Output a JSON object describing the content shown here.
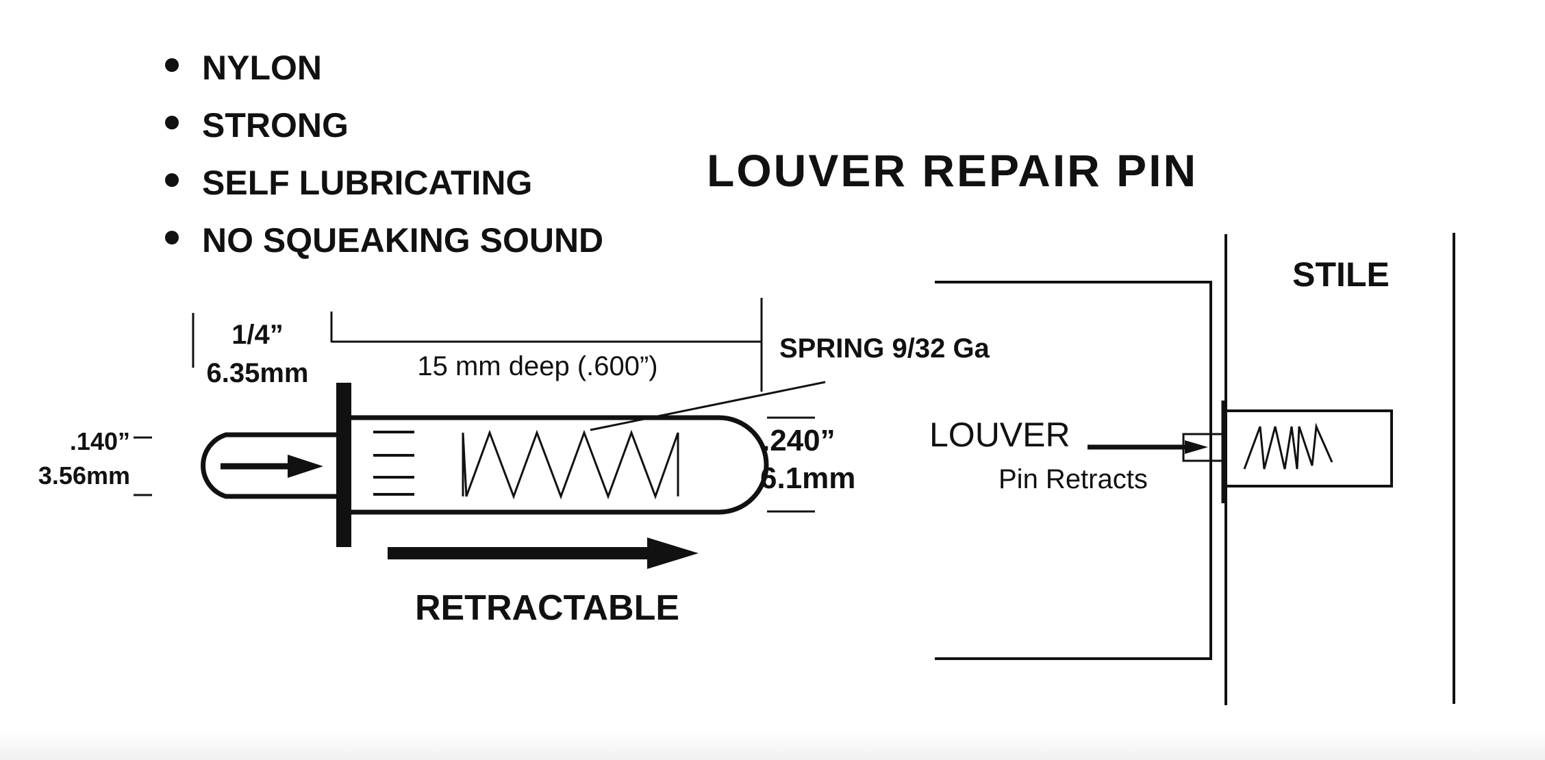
{
  "features": [
    "NYLON",
    "STRONG",
    "SELF LUBRICATING",
    "NO SQUEAKING SOUND"
  ],
  "title": "LOUVER REPAIR PIN",
  "pin": {
    "head_width_in": "1/4”",
    "head_width_mm": "6.35mm",
    "depth": "15 mm deep (.600”)",
    "spring": "SPRING 9/32 Ga",
    "tip_dia_in": ".140”",
    "tip_dia_mm": "3.56mm",
    "body_dia_in": ".240”",
    "body_dia_mm": "6.1mm",
    "retract_label": "RETRACTABLE"
  },
  "install": {
    "stile_label": "STILE",
    "louver_label": "LOUVER",
    "action_label": "Pin Retracts"
  },
  "colors": {
    "ink": "#111111",
    "background": "#ffffff"
  }
}
